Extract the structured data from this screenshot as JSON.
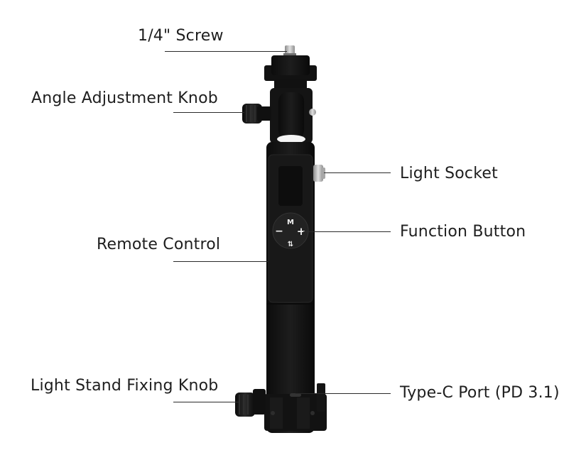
{
  "labels": {
    "screw": "1/4\" Screw",
    "angle_knob": "Angle Adjustment Knob",
    "remote_control": "Remote Control",
    "stand_knob": "Light Stand Fixing Knob",
    "light_socket": "Light Socket",
    "function_button": "Function Button",
    "type_c_port": "Type-C Port (PD 3.1)"
  },
  "buttons": {
    "mode": "M",
    "minus": "−",
    "plus": "+",
    "swap": "⇅"
  },
  "colors": {
    "body": "#151515",
    "accent_metal": "#b9b9b9"
  }
}
